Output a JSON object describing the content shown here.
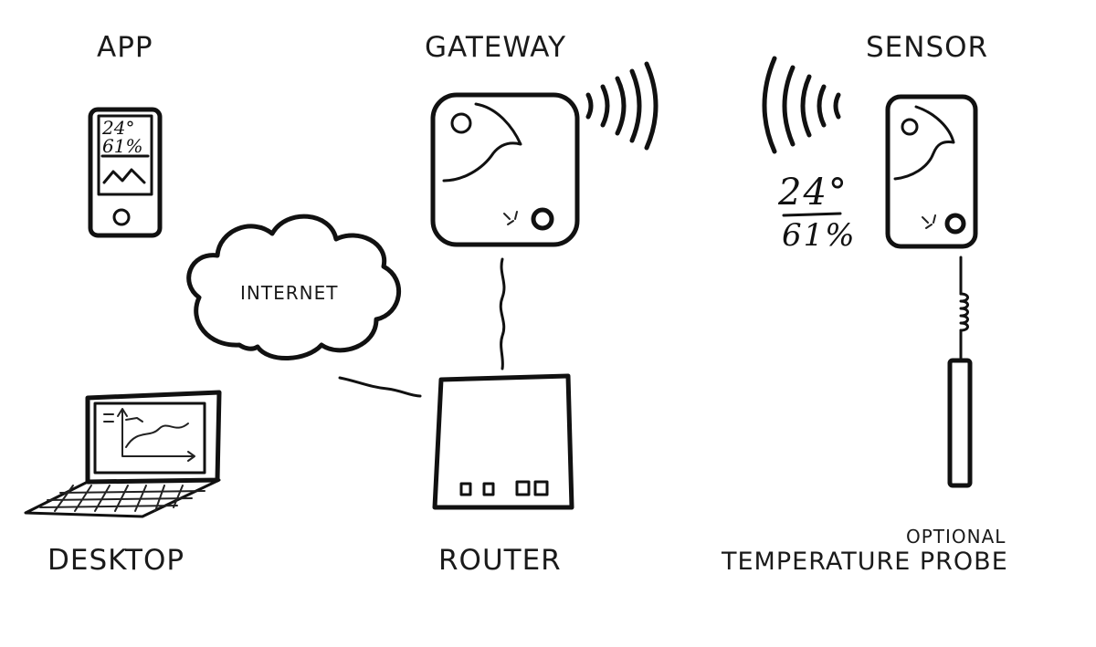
{
  "labels": {
    "app": "APP",
    "gateway": "GATEWAY",
    "sensor": "SENSOR",
    "internet": "INTERNET",
    "desktop": "DESKTOP",
    "router": "ROUTER",
    "optional": "OPTIONAL",
    "temperature_probe": "TEMPERATURE PROBE"
  },
  "phone_screen": {
    "temperature": "24°",
    "humidity": "61%"
  },
  "sensor_reading": {
    "temperature": "24°",
    "humidity": "61%"
  },
  "colors": {
    "ink": "#111111",
    "background": "#ffffff"
  }
}
